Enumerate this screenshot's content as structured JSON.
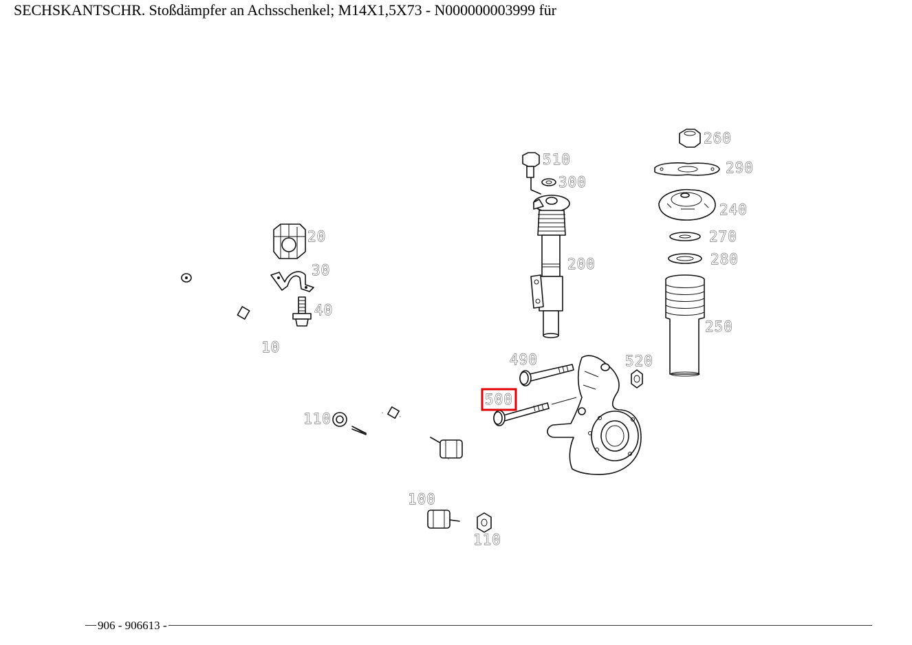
{
  "title": "SECHSKANTSCHR. Stoßdämpfer an Achsschenkel; M14X1,5X73 - N000000003999 für",
  "footer": "906 - 906613 -",
  "highlight_color": "#e00000",
  "highlighted_part": "500",
  "labels": {
    "p10": "10",
    "p20": "20",
    "p30": "30",
    "p40": "40",
    "p100": "100",
    "p110a": "110",
    "p110b": "110",
    "p200": "200",
    "p240": "240",
    "p250": "250",
    "p260": "260",
    "p270": "270",
    "p280": "280",
    "p290": "290",
    "p300": "300",
    "p490": "490",
    "p500": "500",
    "p510": "510",
    "p520": "520"
  }
}
